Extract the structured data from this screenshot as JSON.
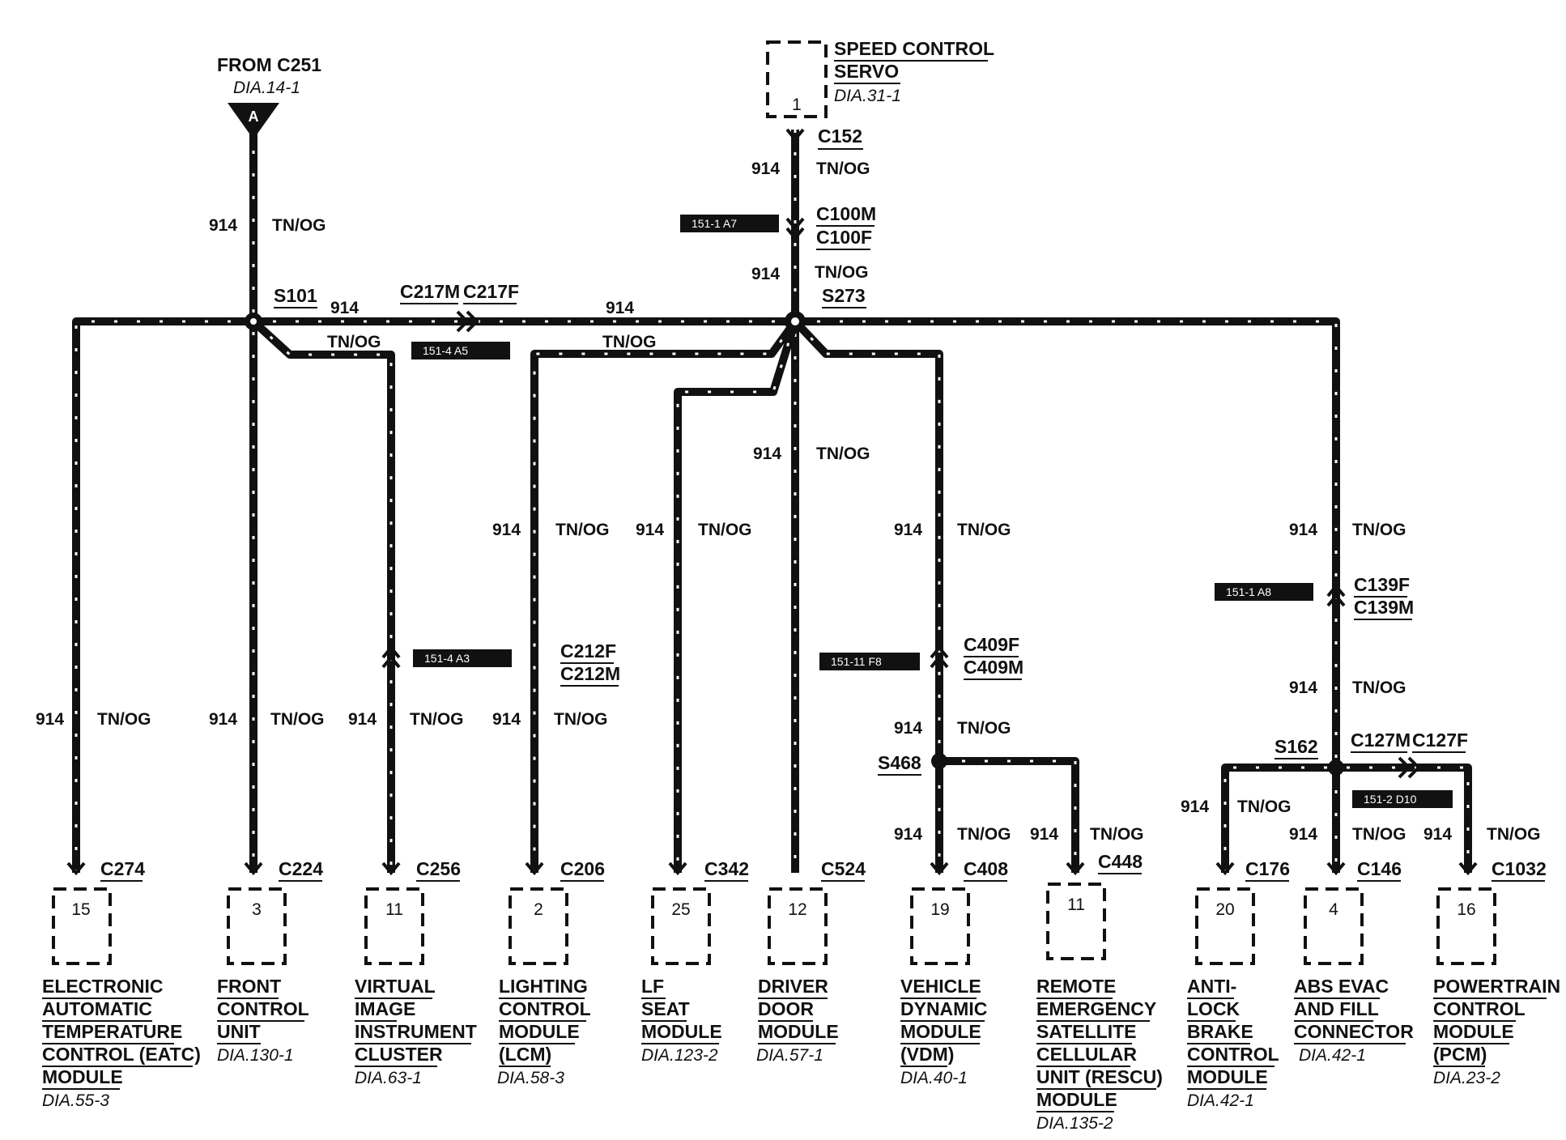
{
  "wire": {
    "circuit": "914",
    "color": "TN/OG"
  },
  "source": {
    "title": "FROM C251",
    "ref": "DIA.14-1",
    "letter": "A"
  },
  "servo": {
    "title1": "SPEED CONTROL",
    "title2": "SERVO",
    "ref": "DIA.31-1",
    "pin": "1"
  },
  "connectors": {
    "c152": "C152",
    "c100m": "C100M",
    "c100f": "C100F",
    "c217m": "C217M",
    "c217f": "C217F",
    "c212f": "C212F",
    "c212m": "C212M",
    "c409f": "C409F",
    "c409m": "C409M",
    "c139f": "C139F",
    "c139m": "C139M",
    "c127m": "C127M",
    "c127f": "C127F"
  },
  "splices": {
    "s101": "S101",
    "s273": "S273",
    "s468": "S468",
    "s162": "S162"
  },
  "tags": {
    "t_c100": "151-1 A7",
    "t_c217": "151-4 A5",
    "t_c212": "151-4 A3",
    "t_c409": "151-11 F8",
    "t_c139": "151-1 A8",
    "t_c127": "151-2 D10"
  },
  "modules": [
    {
      "id": "eatc",
      "connector": "C274",
      "pin": "15",
      "lines": [
        "ELECTRONIC",
        "AUTOMATIC",
        "TEMPERATURE",
        "CONTROL (EATC)",
        "MODULE"
      ],
      "ref": "DIA.55-3"
    },
    {
      "id": "fcu",
      "connector": "C224",
      "pin": "3",
      "lines": [
        "FRONT",
        "CONTROL",
        "UNIT"
      ],
      "ref": "DIA.130-1"
    },
    {
      "id": "vic",
      "connector": "C256",
      "pin": "11",
      "lines": [
        "VIRTUAL",
        "IMAGE",
        "INSTRUMENT",
        "CLUSTER"
      ],
      "ref": "DIA.63-1"
    },
    {
      "id": "lcm",
      "connector": "C206",
      "pin": "2",
      "lines": [
        "LIGHTING",
        "CONTROL",
        "MODULE",
        "(LCM)"
      ],
      "ref": "DIA.58-3"
    },
    {
      "id": "lfseat",
      "connector": "C342",
      "pin": "25",
      "lines": [
        "LF",
        "SEAT",
        "MODULE"
      ],
      "ref": "DIA.123-2"
    },
    {
      "id": "ddm",
      "connector": "C524",
      "pin": "12",
      "lines": [
        "DRIVER",
        "DOOR",
        "MODULE"
      ],
      "ref": "DIA.57-1"
    },
    {
      "id": "vdm",
      "connector": "C408",
      "pin": "19",
      "lines": [
        "VEHICLE",
        "DYNAMIC",
        "MODULE",
        "(VDM)"
      ],
      "ref": "DIA.40-1"
    },
    {
      "id": "rescu",
      "connector": "C448",
      "pin": "11",
      "lines": [
        "REMOTE",
        "EMERGENCY",
        "SATELLITE",
        "CELLULAR",
        "UNIT (RESCU)",
        "MODULE"
      ],
      "ref": "DIA.135-2"
    },
    {
      "id": "abs",
      "connector": "C176",
      "pin": "20",
      "lines": [
        "ANTI-",
        "LOCK",
        "BRAKE",
        "CONTROL",
        "MODULE"
      ],
      "ref": "DIA.42-1"
    },
    {
      "id": "evac",
      "connector": "C146",
      "pin": "4",
      "lines": [
        "ABS EVAC",
        "AND FILL",
        "CONNECTOR"
      ],
      "ref": "DIA.42-1"
    },
    {
      "id": "pcm",
      "connector": "C1032",
      "pin": "16",
      "lines": [
        "POWERTRAIN",
        "CONTROL",
        "MODULE",
        "(PCM)"
      ],
      "ref": "DIA.23-2"
    }
  ]
}
